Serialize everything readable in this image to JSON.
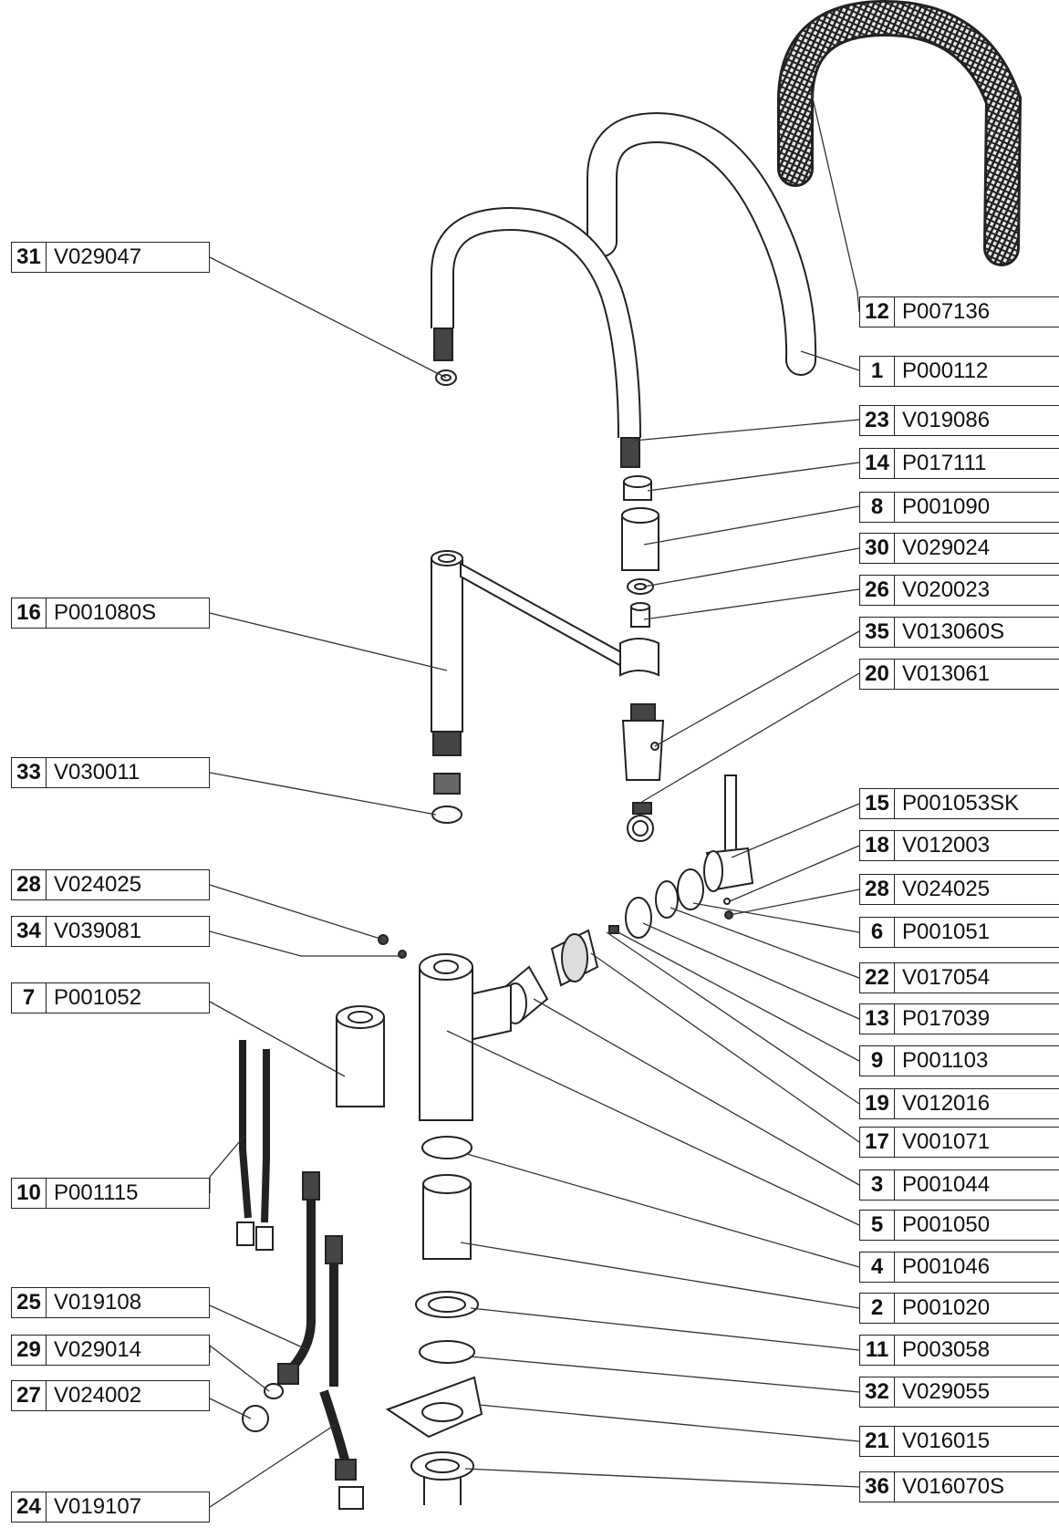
{
  "parts": [
    {
      "num": "31",
      "code": "V029047",
      "side": "left"
    },
    {
      "num": "16",
      "code": "P001080S",
      "side": "left"
    },
    {
      "num": "33",
      "code": "V030011",
      "side": "left"
    },
    {
      "num": "28",
      "code": "V024025",
      "side": "left"
    },
    {
      "num": "34",
      "code": "V039081",
      "side": "left"
    },
    {
      "num": "7",
      "code": "P001052",
      "side": "left"
    },
    {
      "num": "10",
      "code": "P001115",
      "side": "left"
    },
    {
      "num": "25",
      "code": "V019108",
      "side": "left"
    },
    {
      "num": "29",
      "code": "V029014",
      "side": "left"
    },
    {
      "num": "27",
      "code": "V024002",
      "side": "left"
    },
    {
      "num": "24",
      "code": "V019107",
      "side": "left"
    },
    {
      "num": "12",
      "code": "P007136",
      "side": "right"
    },
    {
      "num": "1",
      "code": "P000112",
      "side": "right"
    },
    {
      "num": "23",
      "code": "V019086",
      "side": "right"
    },
    {
      "num": "14",
      "code": "P017111",
      "side": "right"
    },
    {
      "num": "8",
      "code": "P001090",
      "side": "right"
    },
    {
      "num": "30",
      "code": "V029024",
      "side": "right"
    },
    {
      "num": "26",
      "code": "V020023",
      "side": "right"
    },
    {
      "num": "35",
      "code": "V013060S",
      "side": "right"
    },
    {
      "num": "20",
      "code": "V013061",
      "side": "right"
    },
    {
      "num": "15",
      "code": "P001053SK",
      "side": "right"
    },
    {
      "num": "18",
      "code": "V012003",
      "side": "right"
    },
    {
      "num": "28",
      "code": "V024025",
      "side": "right"
    },
    {
      "num": "6",
      "code": "P001051",
      "side": "right"
    },
    {
      "num": "22",
      "code": "V017054",
      "side": "right"
    },
    {
      "num": "13",
      "code": "P017039",
      "side": "right"
    },
    {
      "num": "9",
      "code": "P001103",
      "side": "right"
    },
    {
      "num": "19",
      "code": "V012016",
      "side": "right"
    },
    {
      "num": "17",
      "code": "V001071",
      "side": "right"
    },
    {
      "num": "3",
      "code": "P001044",
      "side": "right"
    },
    {
      "num": "5",
      "code": "P001050",
      "side": "right"
    },
    {
      "num": "4",
      "code": "P001046",
      "side": "right"
    },
    {
      "num": "2",
      "code": "P001020",
      "side": "right"
    },
    {
      "num": "11",
      "code": "P003058",
      "side": "right"
    },
    {
      "num": "32",
      "code": "V029055",
      "side": "right"
    },
    {
      "num": "21",
      "code": "V016015",
      "side": "right"
    },
    {
      "num": "36",
      "code": "V016070S",
      "side": "right"
    }
  ]
}
